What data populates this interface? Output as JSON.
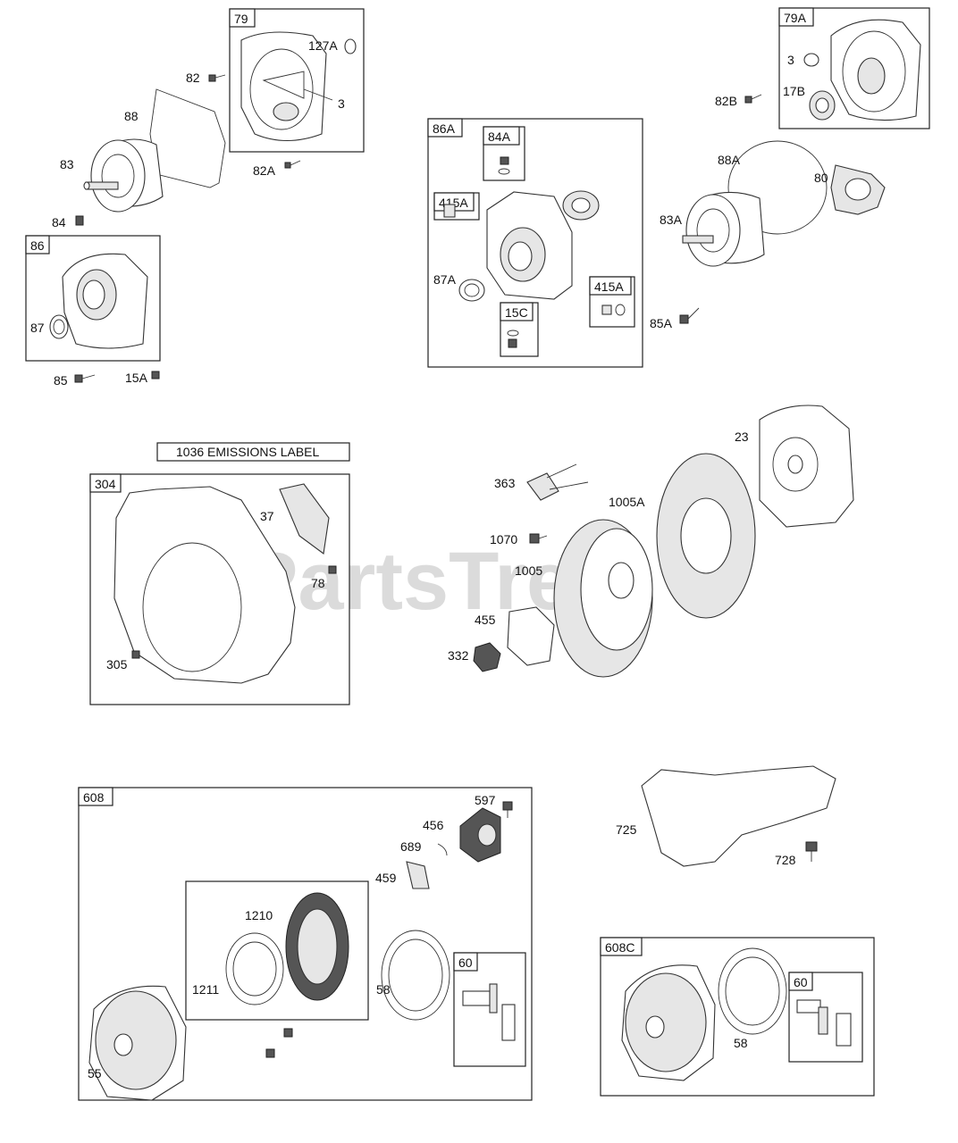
{
  "watermark": "PartsTree",
  "emissions_label": "1036 EMISSIONS LABEL",
  "boxes": {
    "b79": "79",
    "b79A": "79A",
    "b86": "86",
    "b86A": "86A",
    "b84A": "84A",
    "b415A_1": "415A",
    "b415A_2": "415A",
    "b15C": "15C",
    "b304": "304",
    "b608": "608",
    "b60_1": "60",
    "b608C": "608C",
    "b60_2": "60"
  },
  "labels": {
    "l127A": "127A",
    "l82": "82",
    "l3a": "3",
    "l88": "88",
    "l83": "83",
    "l82A": "82A",
    "l84": "84",
    "l87": "87",
    "l85": "85",
    "l15A": "15A",
    "l3b": "3",
    "l17B": "17B",
    "l82B": "82B",
    "l88A": "88A",
    "l80": "80",
    "l83A": "83A",
    "l85A": "85A",
    "l87A": "87A",
    "l23": "23",
    "l363": "363",
    "l1005A": "1005A",
    "l1070": "1070",
    "l1005": "1005",
    "l455": "455",
    "l332": "332",
    "l37": "37",
    "l78": "78",
    "l305": "305",
    "l597": "597",
    "l456": "456",
    "l689": "689",
    "l459": "459",
    "l1210": "1210",
    "l1211": "1211",
    "l58a": "58",
    "l55": "55",
    "l725": "725",
    "l728": "728",
    "l58b": "58"
  }
}
